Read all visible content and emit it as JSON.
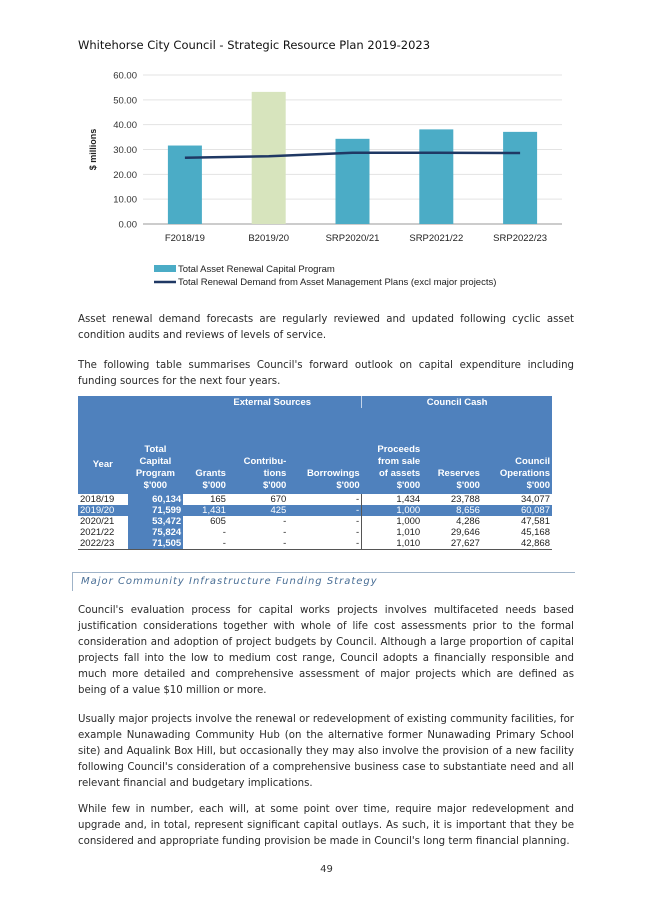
{
  "header": {
    "title": "Whitehorse City Council - Strategic Resource Plan 2019-2023"
  },
  "chart_data": {
    "type": "bar",
    "categories": [
      "F2018/19",
      "B2019/20",
      "SRP2020/21",
      "SRP2021/22",
      "SRP2022/23"
    ],
    "series": [
      {
        "name": "Total Asset Renewal Capital Program",
        "type": "bar",
        "values": [
          31.6,
          53.2,
          34.3,
          38.1,
          37.1
        ],
        "color": "#4bacc6",
        "highlight_color": "#d7e4bd"
      },
      {
        "name": "Total Renewal Demand from Asset Management Plans (excl major projects)",
        "type": "line",
        "values": [
          26.7,
          27.3,
          28.7,
          28.7,
          28.6
        ],
        "color": "#1f3864"
      }
    ],
    "yticks": [
      "0.00",
      "10.00",
      "20.00",
      "30.00",
      "40.00",
      "50.00",
      "60.00"
    ],
    "ylabel": "$ millions",
    "ylim": [
      0,
      60
    ]
  },
  "paragraphs": {
    "p1": "Asset renewal demand forecasts are regularly reviewed and updated following cyclic asset condition audits and reviews of levels of service.",
    "p2": "The following table summarises Council's forward outlook on capital expenditure including funding sources for the next four years.",
    "p3": "Council's evaluation process for capital works projects involves multifaceted needs based justification considerations together with whole of life cost assessments prior to the formal consideration and adoption of project budgets by Council. Although a large proportion of capital projects fall into the low to medium cost range, Council adopts a financially responsible and much more detailed and comprehensive assessment of major projects which are defined as being of a value $10 million or more.",
    "p4": "Usually major projects involve the renewal or redevelopment of existing community facilities, for example Nunawading Community Hub (on the alternative former Nunawading Primary School site) and Aqualink Box Hill, but occasionally they may also involve the provision of a new facility following Council's consideration of a comprehensive business case to substantiate need and all relevant financial and budgetary implications.",
    "p5": "While few in number, each will, at some point over time, require major redevelopment and upgrade and, in total, represent significant capital outlays. As such, it is important that they be considered and appropriate funding provision be made in Council's long term financial planning."
  },
  "table": {
    "group_headers": {
      "external": "External Sources",
      "council": "Council Cash"
    },
    "headers": {
      "year": "Year",
      "total": [
        "Total",
        "Capital",
        "Program",
        "$'000"
      ],
      "grants": [
        "Grants",
        "$'000"
      ],
      "contrib": [
        "Contribu-",
        "tions",
        "$'000"
      ],
      "borrow": [
        "Borrowings",
        "$'000"
      ],
      "proceeds": [
        "Proceeds",
        "from sale",
        "of assets",
        "$'000"
      ],
      "reserves": [
        "Reserves",
        "$'000"
      ],
      "operations": [
        "Council",
        "Operations",
        "$'000"
      ]
    },
    "rows": [
      {
        "year": "2018/19",
        "total": "60,134",
        "grants": "165",
        "contrib": "670",
        "borrow": "-",
        "proceeds": "1,434",
        "reserves": "23,788",
        "operations": "34,077"
      },
      {
        "year": "2019/20",
        "total": "71,599",
        "grants": "1,431",
        "contrib": "425",
        "borrow": "-",
        "proceeds": "1,000",
        "reserves": "8,656",
        "operations": "60,087"
      },
      {
        "year": "2020/21",
        "total": "53,472",
        "grants": "605",
        "contrib": "-",
        "borrow": "-",
        "proceeds": "1,000",
        "reserves": "4,286",
        "operations": "47,581"
      },
      {
        "year": "2021/22",
        "total": "75,824",
        "grants": "-",
        "contrib": "-",
        "borrow": "-",
        "proceeds": "1,010",
        "reserves": "29,646",
        "operations": "45,168"
      },
      {
        "year": "2022/23",
        "total": "71,505",
        "grants": "-",
        "contrib": "-",
        "borrow": "-",
        "proceeds": "1,010",
        "reserves": "27,627",
        "operations": "42,868"
      }
    ]
  },
  "section": {
    "title": "Major Community Infrastructure Funding Strategy"
  },
  "footer": {
    "page_number": "49"
  }
}
